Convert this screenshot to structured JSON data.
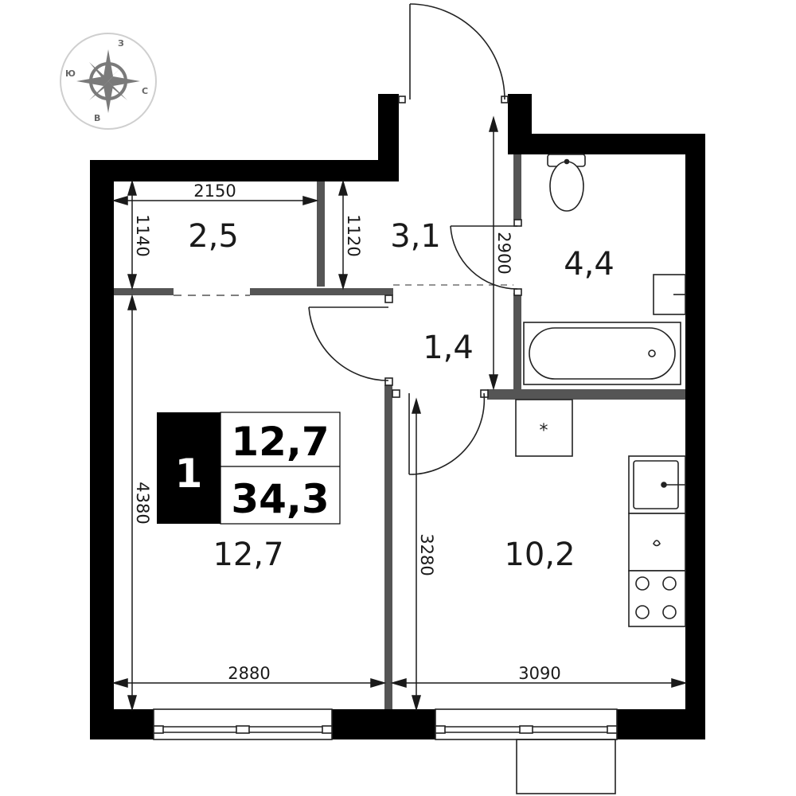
{
  "apartment": {
    "rooms_label": "1",
    "living_area": "12,7",
    "total_area": "34,3"
  },
  "rooms": {
    "storage": "2,5",
    "hall": "3,1",
    "corridor": "1,4",
    "bathroom": "4,4",
    "bedroom": "12,7",
    "kitchen": "10,2"
  },
  "dimensions": {
    "storage_width": "2150",
    "storage_depth": "1140",
    "hall_depth": "1120",
    "bath_depth": "2900",
    "bedroom_depth": "4380",
    "kitchen_depth": "3280",
    "bedroom_width": "2880",
    "kitchen_width": "3090"
  },
  "compass": {
    "north": "З",
    "east": "С",
    "south": "В",
    "west": "Ю"
  },
  "colors": {
    "wall": "#000000",
    "partition": "#555555",
    "line": "#1a1a1a",
    "compass": "#7a7a7a"
  }
}
